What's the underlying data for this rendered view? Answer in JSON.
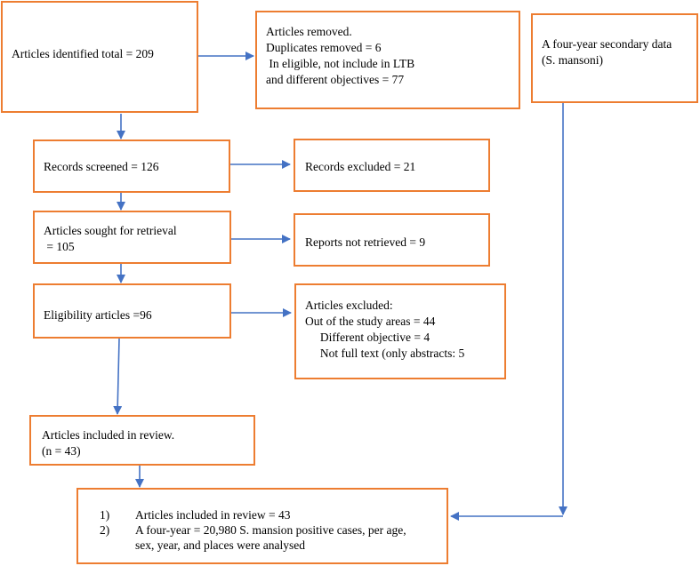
{
  "identified": {
    "text": "Articles identified total = 209"
  },
  "removed": {
    "lines": [
      "Articles removed.",
      "Duplicates removed = 6",
      " In eligible, not include in LTB",
      "and different objectives = 77"
    ]
  },
  "secondary": {
    "lines": [
      "A four-year secondary data",
      "(S. mansoni)"
    ]
  },
  "screened": {
    "text": "Records screened = 126"
  },
  "excluded_records": {
    "text": "Records excluded = 21"
  },
  "retrieval": {
    "lines": [
      "Articles sought for retrieval",
      " = 105"
    ]
  },
  "not_retrieved": {
    "text": "Reports not retrieved = 9"
  },
  "eligibility": {
    "text": "Eligibility articles =96"
  },
  "articles_excluded": {
    "lines": [
      "Articles excluded:",
      "Out of the study areas = 44",
      "     Different objective = 4",
      "     Not full text (only abstracts: 5"
    ]
  },
  "included": {
    "lines": [
      "Articles included in review.",
      "(n = 43)"
    ]
  },
  "final": {
    "items": [
      {
        "num": "1)",
        "text": "Articles included in review = 43"
      },
      {
        "num": "2)",
        "text": "A four-year = 20,980 S. mansion positive cases, per age,\nsex, year, and places were analysed"
      }
    ]
  },
  "colors": {
    "box_border": "#ED7D31",
    "arrow": "#4472C4"
  }
}
